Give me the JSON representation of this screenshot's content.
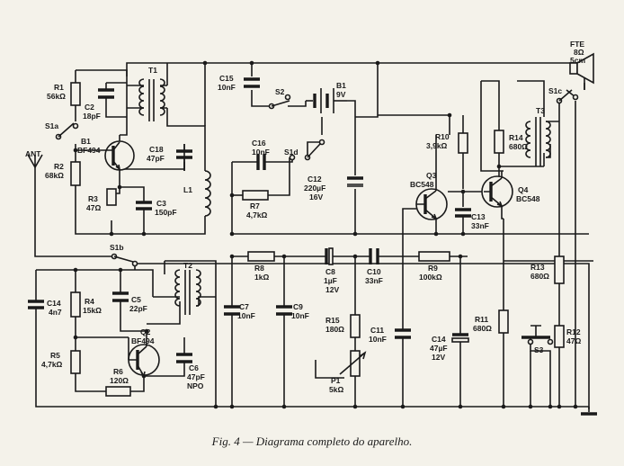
{
  "caption": "Fig. 4 — Diagrama completo do aparelho.",
  "labels": {
    "r1": "R1",
    "r1v": "56kΩ",
    "c2": "C2",
    "c2v": "18pF",
    "s1a": "S1a",
    "b1t": "B1",
    "b1tv": "BF494",
    "r2": "R2",
    "r2v": "68kΩ",
    "r3": "R3",
    "r3v": "47Ω",
    "c3": "C3",
    "c3v": "150pF",
    "c18": "C18",
    "c18v": "47pF",
    "t1": "T1",
    "l1": "L1",
    "ant": "ANT",
    "c15": "C15",
    "c15v": "10nF",
    "s2": "S2",
    "batt": "B1",
    "battv": "9V",
    "c16": "C16",
    "c16v": "10nF",
    "s1d": "S1d",
    "c12": "C12",
    "c12v": "220µF",
    "c12v2": "16V",
    "r7": "R7",
    "r7v": "4,7kΩ",
    "r10": "R10",
    "r10v": "3,9kΩ",
    "q3": "Q3",
    "q3v": "BC548",
    "c13": "C13",
    "c13v": "33nF",
    "r14": "R14",
    "r14v": "680Ω",
    "q4": "Q4",
    "q4v": "BC548",
    "t3": "T3",
    "fte": "FTE",
    "ftev": "8Ω",
    "ftev2": "5cm",
    "s1c": "S1c",
    "s1b": "S1b",
    "c14a": "C14",
    "c14av": "4n7",
    "r4": "R4",
    "r4v": "15kΩ",
    "c5": "C5",
    "c5v": "22pF",
    "t2": "T2",
    "r5": "R5",
    "r5v": "4,7kΩ",
    "q2": "Q2",
    "q2v": "BF494",
    "r6": "R6",
    "r6v": "120Ω",
    "c6": "C6",
    "c6v": "47pF",
    "c6v2": "NPO",
    "r8": "R8",
    "r8v": "1kΩ",
    "c7": "C7",
    "c7v": "10nF",
    "c9": "C9",
    "c9v": "10nF",
    "c8": "C8",
    "c8v": "1µF",
    "c8v2": "12V",
    "c10": "C10",
    "c10v": "33nF",
    "r9": "R9",
    "r9v": "100kΩ",
    "r15": "R15",
    "r15v": "180Ω",
    "c11": "C11",
    "c11v": "10nF",
    "p1": "P1",
    "p1v": "5kΩ",
    "c14b": "C14",
    "c14bv": "47µF",
    "c14bv2": "12V",
    "r11": "R11",
    "r11v": "680Ω",
    "r13": "R13",
    "r13v": "680Ω",
    "r12": "R12",
    "r12v": "47Ω",
    "s3": "S3"
  }
}
